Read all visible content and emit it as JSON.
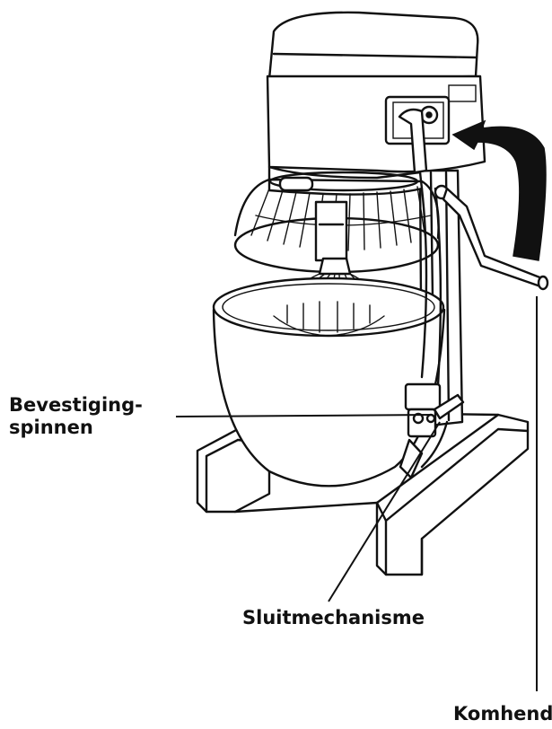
{
  "labels": {
    "bevestigingspinnen_line1": "Bevestiging-",
    "bevestigingspinnen_line2": "spinnen",
    "sluitmechanisme": "Sluitmechanisme",
    "komhendel": "Komhendel"
  }
}
